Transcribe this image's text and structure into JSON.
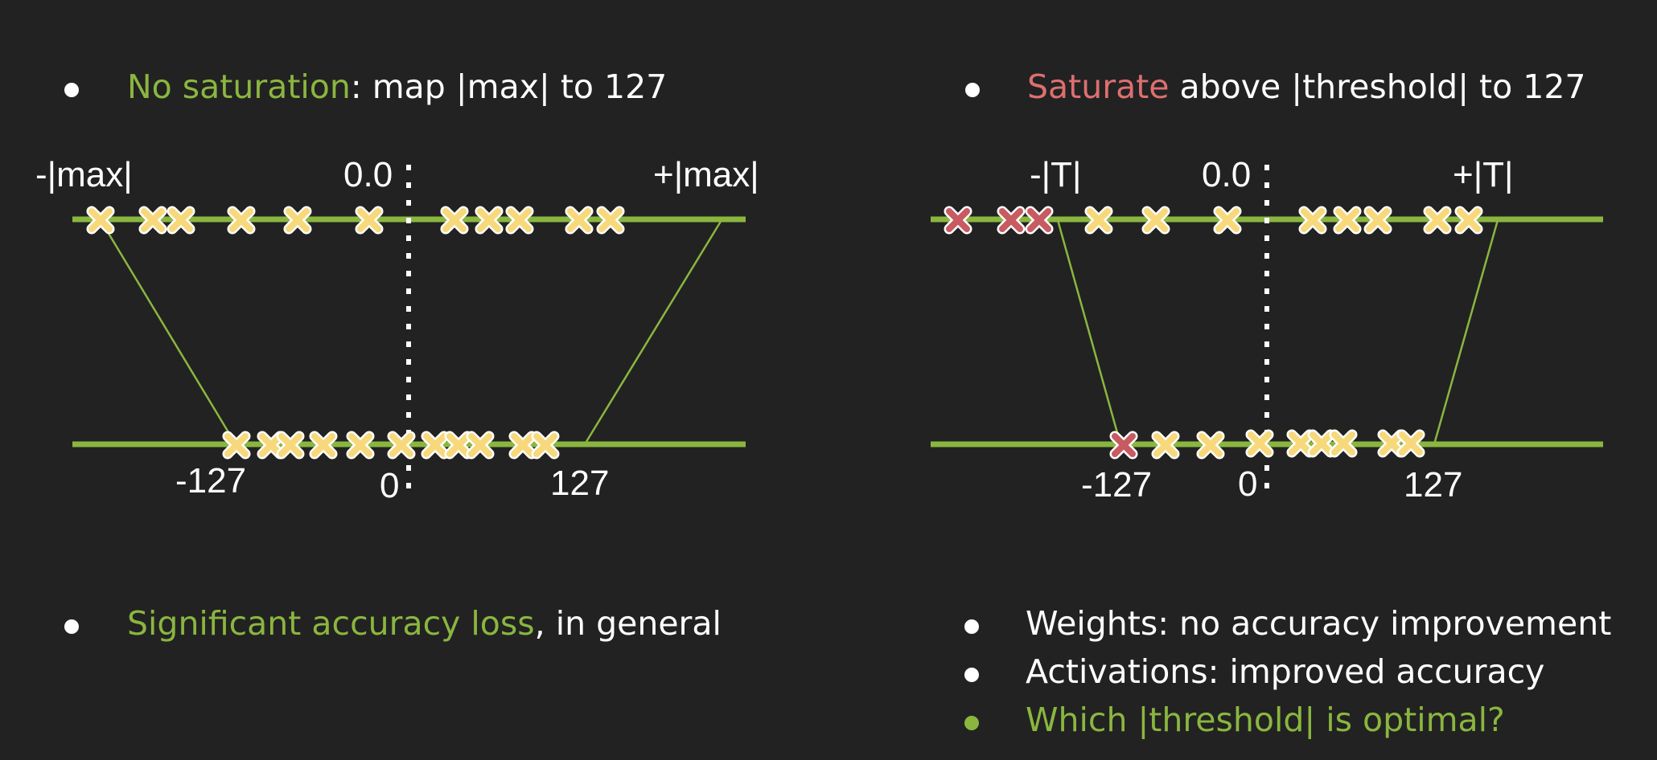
{
  "colors": {
    "background": "#222222",
    "green": "#8ab63f",
    "red": "#de6f70",
    "x_yellow": "#f7d97c",
    "x_red": "#c75b61",
    "text": "#ffffff"
  },
  "left": {
    "bullet_top": {
      "highlight": "No saturation",
      "rest": ": map |max| to 127"
    },
    "bullet_bottom": {
      "highlight": "Significant accuracy loss",
      "rest": ", in general"
    },
    "diagram": {
      "top_labels": {
        "neg": "-|max|",
        "zero": "0.0",
        "pos": "+|max|"
      },
      "bottom_labels": {
        "neg": "-127",
        "zero": "0",
        "pos": "127"
      }
    }
  },
  "right": {
    "bullet_top": {
      "highlight": "Saturate",
      "rest": " above |threshold| to 127"
    },
    "bullet_list": [
      {
        "text": "Weights: no accuracy improvement",
        "accent": false
      },
      {
        "text": "Activations: improved accuracy",
        "accent": false
      },
      {
        "text": "Which |threshold| is optimal?",
        "accent": true
      }
    ],
    "diagram": {
      "top_labels": {
        "neg": "-|T|",
        "zero": "0.0",
        "pos": "+|T|"
      },
      "bottom_labels": {
        "neg": "-127",
        "zero": "0",
        "pos": "127"
      }
    }
  },
  "icons": {
    "sample_marker": "x-mark-icon",
    "bullet": "bullet-dot"
  }
}
